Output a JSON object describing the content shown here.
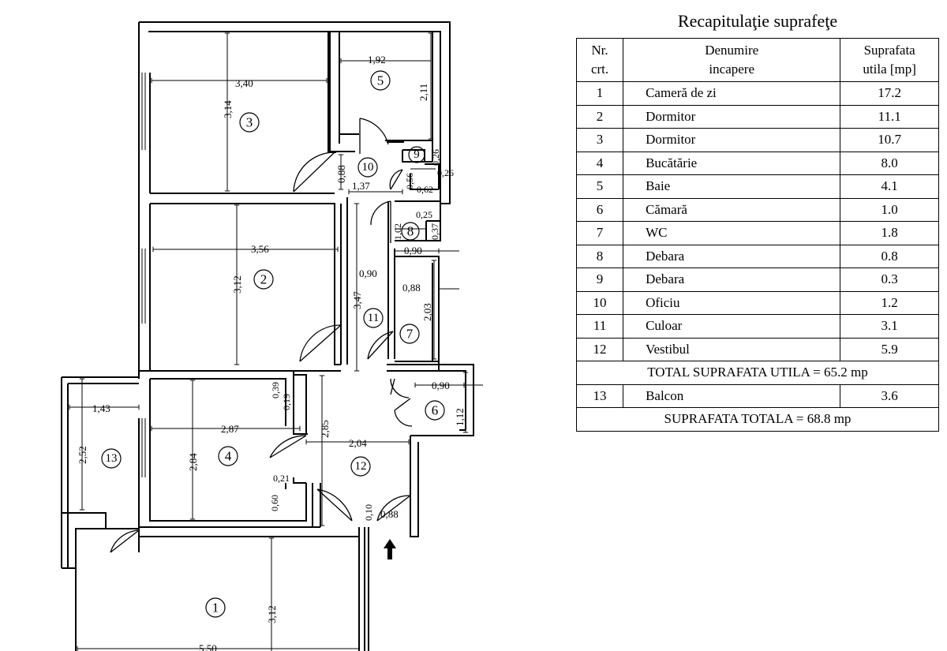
{
  "table": {
    "title": "Recapitulaţie suprafeţe",
    "headers": [
      "Nr. crt.",
      "Denumire incapere",
      "Suprafata utila [mp]"
    ],
    "rows": [
      {
        "nr": "1",
        "name": "Cameră de zi",
        "area": "17.2"
      },
      {
        "nr": "2",
        "name": "Dormitor",
        "area": "11.1"
      },
      {
        "nr": "3",
        "name": "Dormitor",
        "area": "10.7"
      },
      {
        "nr": "4",
        "name": "Bucătărie",
        "area": "8.0"
      },
      {
        "nr": "5",
        "name": "Baie",
        "area": "4.1"
      },
      {
        "nr": "6",
        "name": "Cămară",
        "area": "1.0"
      },
      {
        "nr": "7",
        "name": "WC",
        "area": "1.8"
      },
      {
        "nr": "8",
        "name": "Debara",
        "area": "0.8"
      },
      {
        "nr": "9",
        "name": "Debara",
        "area": "0.3"
      },
      {
        "nr": "10",
        "name": "Oficiu",
        "area": "1.2"
      },
      {
        "nr": "11",
        "name": "Culoar",
        "area": "3.1"
      },
      {
        "nr": "12",
        "name": "Vestibul",
        "area": "5.9"
      }
    ],
    "total_useful": "TOTAL SUPRAFATA UTILA = 65.2 mp",
    "balcony": {
      "nr": "13",
      "name": "Balcon",
      "area": "3.6"
    },
    "total": "SUPRAFATA TOTALA = 68.8 mp"
  },
  "plan": {
    "rooms": [
      "1",
      "2",
      "3",
      "4",
      "5",
      "6",
      "7",
      "8",
      "9",
      "10",
      "11",
      "12",
      "13"
    ],
    "dimensions": {
      "r3_w": "3,40",
      "r3_h": "3,14",
      "r5_w": "1,92",
      "r5_h": "2,11",
      "r10_w": "1,37",
      "r10_h": "0,88",
      "r9_a": "0,26",
      "r9_b": "0,56",
      "r9_c": "0,26",
      "r9_d": "0,62",
      "r8_a": "0,25",
      "r8_b": "1,02",
      "r8_c": "0,37",
      "r8_d": "0,90",
      "r2_w": "3,56",
      "r2_h": "3,12",
      "r11_w": "0,90",
      "r11_h": "3,47",
      "r7_w": "0,88",
      "r7_h": "2,03",
      "r6_w": "0,90",
      "r6_h": "1,12",
      "r4_w": "2,87",
      "r4_h": "2,84",
      "r4_a": "0,39",
      "r4_b": "0,19",
      "r4_c": "0,21",
      "r4_d": "0,60",
      "r12_w": "2,04",
      "r12_h": "2,85",
      "door_w": "0,88",
      "door_a": "0,10",
      "r13_w": "1,43",
      "r13_h": "2,52",
      "r1_w": "5,50",
      "r1_h": "3,12"
    },
    "entrance_arrow": "arrow-up-icon"
  }
}
